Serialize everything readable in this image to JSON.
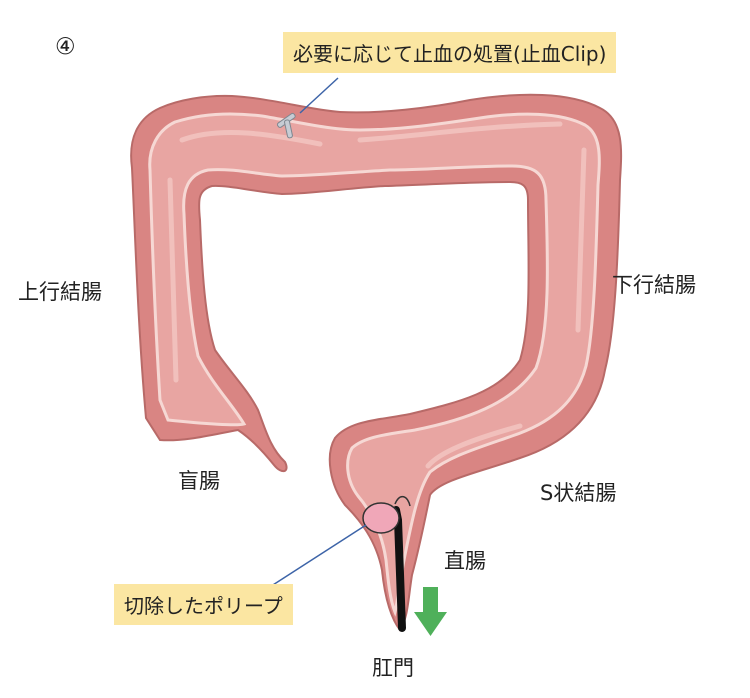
{
  "step_marker": "④",
  "callouts": {
    "hemostasis": "必要に応じて止血の処置(止血Clip)",
    "polyp": "切除したポリープ"
  },
  "labels": {
    "ascending_colon": "上行結腸",
    "descending_colon": "下行結腸",
    "cecum": "盲腸",
    "sigmoid_colon": "S状結腸",
    "rectum": "直腸",
    "anus": "肛門"
  },
  "colors": {
    "colon_outer": "#d98583",
    "colon_inner": "#e8a5a2",
    "colon_highlight": "#f6d8d4",
    "callout_bg": "#fbe6a2",
    "leader_line": "#3d64a8",
    "polyp": "#f0a7b8",
    "arrow": "#4fb05a",
    "scope": "#111111",
    "clip": "#c7ccd4"
  },
  "icons": {
    "clip": "hemostatic-clip-icon",
    "arrow": "down-arrow-icon"
  }
}
